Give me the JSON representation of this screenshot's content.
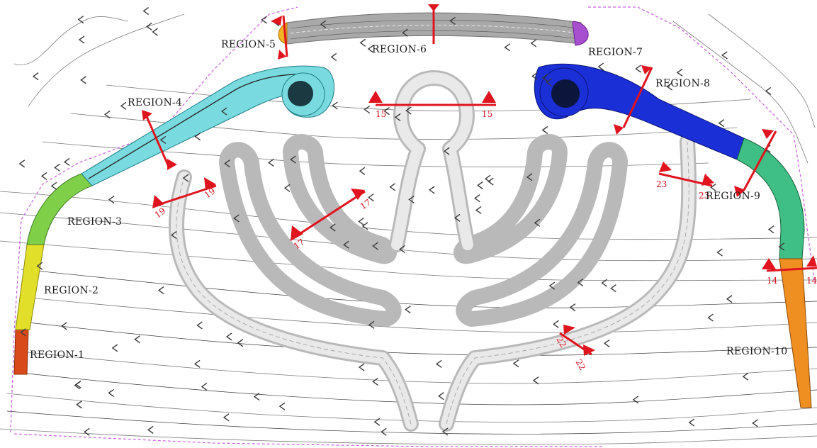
{
  "regions": [
    {
      "id": "region-1",
      "label": "REGION-1",
      "color": "#d94a1a"
    },
    {
      "id": "region-2",
      "label": "REGION-2",
      "color": "#e2df2a"
    },
    {
      "id": "region-3",
      "label": "REGION-3",
      "color": "#7fcf48"
    },
    {
      "id": "region-4",
      "label": "REGION-4",
      "color": "#79dbe0"
    },
    {
      "id": "region-5",
      "label": "REGION-5",
      "color": "#f0b323"
    },
    {
      "id": "region-6",
      "label": "REGION-6",
      "color": "#a9a9a9"
    },
    {
      "id": "region-7",
      "label": "REGION-7",
      "color": "#a84fd0"
    },
    {
      "id": "region-8",
      "label": "REGION-8",
      "color": "#1a2fd6"
    },
    {
      "id": "region-9",
      "label": "REGION-9",
      "color": "#3fbf85"
    },
    {
      "id": "region-10",
      "label": "REGION-10",
      "color": "#ef8f22"
    }
  ],
  "sections": [
    "14",
    "14",
    "15",
    "15",
    "17",
    "17",
    "19",
    "19",
    "22",
    "22",
    "23",
    "23"
  ],
  "colors": {
    "section_line": "#e0141e",
    "lot_line": "#c85ee0",
    "gray_road": "#b9b9b9"
  }
}
